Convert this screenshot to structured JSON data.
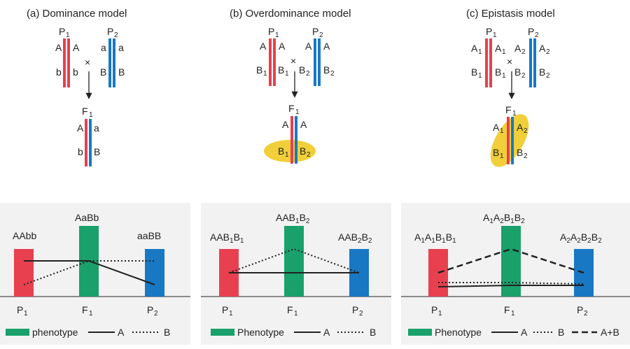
{
  "colors": {
    "red": "#e8404f",
    "blue": "#1878c4",
    "green": "#1aa06b",
    "yellow": "#f0cf3a",
    "panel_bg": "#f2f2f2",
    "line": "#222222"
  },
  "panels": [
    {
      "title": "(a) Dominance model",
      "p1_label": "P",
      "p2_label": "P",
      "f1_label": "F",
      "cross": "×",
      "p1_alleles": {
        "tl": "A",
        "tr": "A",
        "bl": "b",
        "br": "b"
      },
      "p2_alleles": {
        "tl": "a",
        "tr": "a",
        "bl": "B",
        "br": "B"
      },
      "f1_alleles": {
        "tl": "A",
        "tr": "a",
        "bl": "b",
        "br": "B"
      },
      "genotypes": {
        "left": "AAbb",
        "mid": "AaBb",
        "right": "aaBB"
      },
      "x_ticks": [
        "P",
        "F",
        "P"
      ],
      "legend": {
        "phenotype": "phenotype",
        "a": "A",
        "b": "B"
      }
    },
    {
      "title": "(b)  Overdominance model",
      "p1_label": "P",
      "p2_label": "P",
      "f1_label": "F",
      "cross": "×",
      "p1_alleles": {
        "tl": "A",
        "tr": "A",
        "bl": "B",
        "br": "B"
      },
      "p2_alleles": {
        "tl": "A",
        "tr": "A",
        "bl": "B",
        "br": "B"
      },
      "f1_alleles": {
        "tl": "A",
        "tr": "A",
        "bl": "B",
        "br": "B"
      },
      "genotypes": {
        "left": "AAB1B1",
        "mid": "AAB1B2",
        "right": "AAB2B2"
      },
      "x_ticks": [
        "P",
        "F",
        "P"
      ],
      "legend": {
        "phenotype": "Phenotype",
        "a": "A",
        "b": "B"
      }
    },
    {
      "title": "(c)  Epistasis model",
      "p1_label": "P",
      "p2_label": "P",
      "f1_label": "F",
      "cross": "×",
      "p1_alleles": {
        "tl": "A",
        "tr": "A",
        "bl": "B",
        "br": "B"
      },
      "p2_alleles": {
        "tl": "A",
        "tr": "A",
        "bl": "B",
        "br": "B"
      },
      "f1_alleles": {
        "tl": "A",
        "tr": "A",
        "bl": "B",
        "br": "B"
      },
      "genotypes": {
        "left": "A1A1B1B1",
        "mid": "A1A2B1B2",
        "right": "A2A2B2B2"
      },
      "x_ticks": [
        "P",
        "F",
        "P"
      ],
      "legend": {
        "phenotype": "Phenotype",
        "a": "A",
        "b": "B",
        "ab": "A+B"
      }
    }
  ],
  "subscripts": {
    "one": "1",
    "two": "2"
  }
}
